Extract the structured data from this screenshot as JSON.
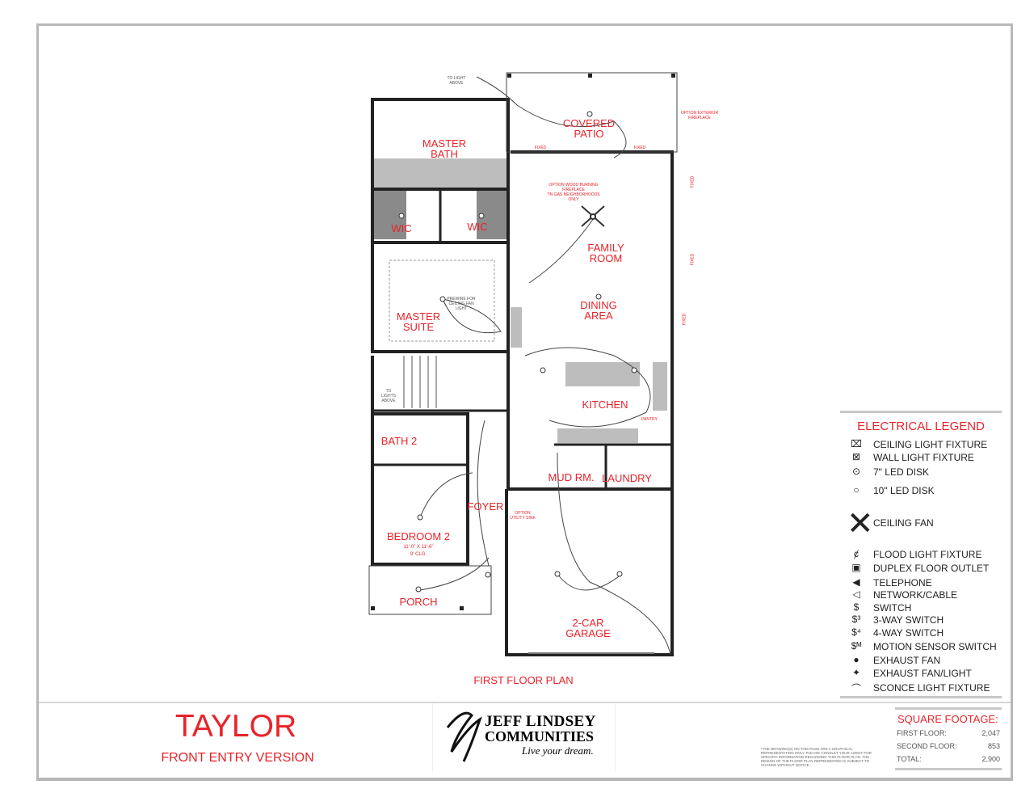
{
  "plan": {
    "heading": "FIRST FLOOR PLAN",
    "rooms": {
      "covered_patio": "COVERED\nPATIO",
      "master_bath": "MASTER\nBATH",
      "wic_left": "WIC",
      "wic_right": "WIC",
      "family_room": "FAMILY\nROOM",
      "dining_area": "DINING\nAREA",
      "master_suite": "MASTER\nSUITE",
      "kitchen": "KITCHEN",
      "bath2": "BATH 2",
      "mud_room": "MUD RM.",
      "laundry": "LAUNDRY",
      "foyer": "FOYER",
      "bedroom2": "BEDROOM 2",
      "porch": "PORCH",
      "garage": "2-CAR\nGARAGE"
    },
    "notes": {
      "bedroom2_dims": "11'-0\" X 11'-6\"",
      "bedroom2_ceiling": "9' CLG.",
      "fixed_1": "FIXED",
      "fixed_2": "FIXED",
      "fixed_3": "FIXED",
      "fixed_4": "FIXED",
      "fixed_5": "FIXED",
      "exterior_fireplace": "OPTION EXTERIOR\nFIREPLACE",
      "wood_fireplace": "OPTION WOOD BURNING\nFIREPLACE\n*IN GAS NEIGHBORHOODS\nONLY",
      "prewire": "PREWIRE FOR\nCEILING FAN\nLIGHT",
      "to_light_above": "TO LIGHT\nABOVE",
      "to_lights_above": "TO\nLIGHTS\nABOVE",
      "utility_sink": "OPTION\nUTILITY SINK",
      "pantry": "PANTRY"
    }
  },
  "legend": {
    "title": "ELECTRICAL LEGEND",
    "items": [
      {
        "icon": "ceiling-light-fixture-icon",
        "glyph": "⌧",
        "label": "CEILING LIGHT FIXTURE"
      },
      {
        "icon": "wall-light-fixture-icon",
        "glyph": "⊠",
        "label": "WALL LIGHT FIXTURE"
      },
      {
        "icon": "led-disk-7-icon",
        "glyph": "⊙",
        "label": "7\" LED DISK"
      },
      {
        "icon": "led-disk-10-icon",
        "glyph": "○",
        "label": "10\" LED DISK"
      },
      {
        "icon": "ceiling-fan-icon",
        "glyph": "✕",
        "label": "CEILING FAN"
      },
      {
        "icon": "flood-light-fixture-icon",
        "glyph": "ȼ",
        "label": "FLOOD LIGHT FIXTURE"
      },
      {
        "icon": "duplex-floor-outlet-icon",
        "glyph": "▣",
        "label": "DUPLEX FLOOR OUTLET"
      },
      {
        "icon": "telephone-icon",
        "glyph": "◀",
        "label": "TELEPHONE"
      },
      {
        "icon": "network-cable-icon",
        "glyph": "◁",
        "label": "NETWORK/CABLE"
      },
      {
        "icon": "switch-icon",
        "glyph": "$",
        "label": "SWITCH"
      },
      {
        "icon": "three-way-switch-icon",
        "glyph": "$³",
        "label": "3-WAY SWITCH"
      },
      {
        "icon": "four-way-switch-icon",
        "glyph": "$⁴",
        "label": "4-WAY SWITCH"
      },
      {
        "icon": "motion-sensor-switch-icon",
        "glyph": "$ᴹ",
        "label": "MOTION SENSOR SWITCH"
      },
      {
        "icon": "exhaust-fan-icon",
        "glyph": "●",
        "label": "EXHAUST FAN"
      },
      {
        "icon": "exhaust-fan-light-icon",
        "glyph": "✦",
        "label": "EXHAUST FAN/LIGHT"
      },
      {
        "icon": "sconce-light-fixture-icon",
        "glyph": "⌒",
        "label": "SCONCE LIGHT FIXTURE"
      }
    ]
  },
  "title_block": {
    "model": "TAYLOR",
    "version": "FRONT ENTRY VERSION",
    "logo": {
      "line1": "JEFF LINDSEY",
      "line2": "COMMUNITIES",
      "tagline": "Live your dream."
    },
    "disclaimer": "*THE DRAWING(S) ON THIS PAGE ARE A GRAPHICAL REPRESENTATION ONLY. PLEASE CONSULT YOUR AGENT FOR SPECIFIC INFORMATION REGARDING THIS FLOOR PLAN. THE DESIGN OF THE FLOOR PLAN REPRESENTED IS SUBJECT TO CHANGE WITHOUT NOTICE.",
    "square_footage": {
      "title": "SQUARE FOOTAGE:",
      "rows": [
        {
          "label": "FIRST FLOOR:",
          "value": "2,047"
        },
        {
          "label": "SECOND FLOOR:",
          "value": "853"
        },
        {
          "label": "TOTAL:",
          "value": "2,900"
        }
      ]
    }
  },
  "colors": {
    "accent": "#e8232a",
    "wall": "#222222",
    "frame": "#b8b8b8",
    "fill": "#bdbdbd"
  }
}
